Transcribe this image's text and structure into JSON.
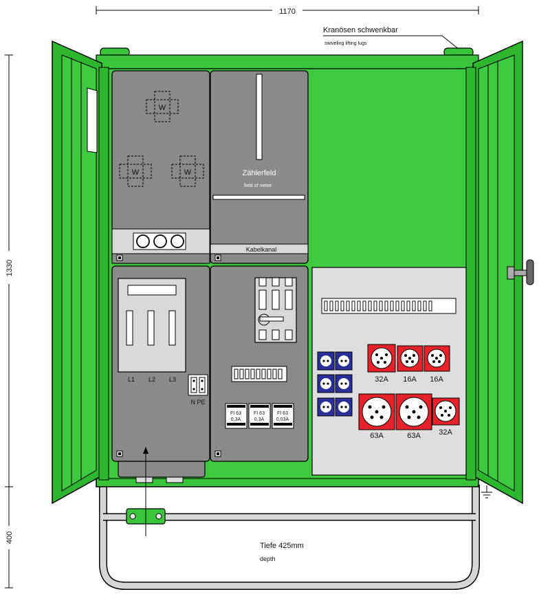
{
  "dimensions": {
    "width": "1170",
    "height_cabinet": "1330",
    "height_frame": "400"
  },
  "lifting_lugs": {
    "de": "Kranösen schwenkbar",
    "en": "swiveling lifting lugs"
  },
  "meter_field": {
    "de": "Zählerfeld",
    "en": "field of meter",
    "channel": "Kabelkanal"
  },
  "meter_symbol": "W",
  "main_fuse_labels": [
    "L1",
    "L2",
    "L3"
  ],
  "np_label": "N PE",
  "rcd_labels": [
    {
      "line1": "FI 63",
      "line2": "0,3A"
    },
    {
      "line1": "FI 63",
      "line2": "0,3A"
    },
    {
      "line1": "FI 63",
      "line2": "0,03A"
    }
  ],
  "socket_labels_top": [
    "32A",
    "16A",
    "16A"
  ],
  "socket_labels_bottom": [
    "63A",
    "63A",
    "32A"
  ],
  "depth": {
    "de": "Tiefe 425mm",
    "en": "depth"
  },
  "colors": {
    "cabinet_green": "#39c43a",
    "door_green": "#2fb62f",
    "panel_grey": "#8a8a8a",
    "socket_red": "#e5222c",
    "socket_blue": "#2a2f9a",
    "outlet_panel": "#dedede"
  }
}
